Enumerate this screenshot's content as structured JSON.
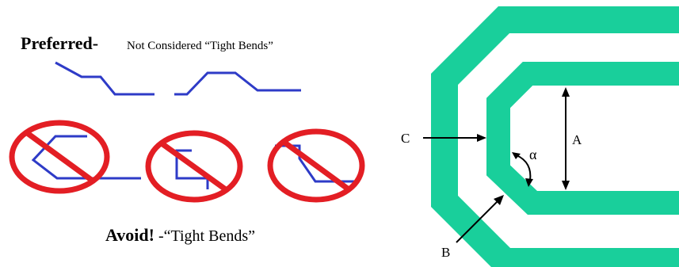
{
  "preferred": {
    "title": "Preferred-",
    "subtitle": "Not Considered “Tight Bends”"
  },
  "avoid": {
    "title": "Avoid!",
    "subtitle": " -“Tight Bends”"
  },
  "labels": {
    "a": "A",
    "b": "B",
    "c": "C",
    "alpha": "α"
  },
  "colors": {
    "trace": "#2e3bc7",
    "prohibit": "#e31e24",
    "copper": "#19cf9b",
    "text": "#000000"
  }
}
